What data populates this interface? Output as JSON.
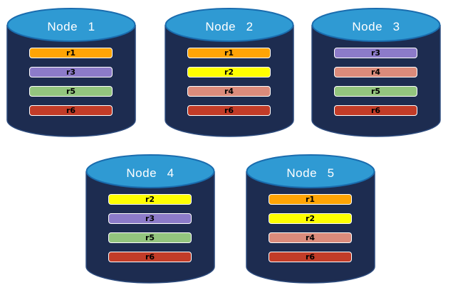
{
  "colors": {
    "background": "#ffffff",
    "cylinder_body": "#1d2c50",
    "cylinder_outline": "#2c4a7c",
    "cylinder_top": "#2f9ad3",
    "cylinder_top_outline": "#1a6cae",
    "bar_border": "#ffffff",
    "bar_text": "#000000",
    "title_text": "#ffffff"
  },
  "replica_color_legend": {
    "r1": "#FFA405",
    "r2": "#FFFF00",
    "r3": "#8C7BC9",
    "r4": "#DB8B7B",
    "r5": "#93C57E",
    "r6": "#C23C28"
  },
  "nodes": [
    {
      "title": "Node 1",
      "replicas": [
        {
          "label": "r1",
          "color": "#FFA405"
        },
        {
          "label": "r3",
          "color": "#8C7BC9"
        },
        {
          "label": "r5",
          "color": "#93C57E"
        },
        {
          "label": "r6",
          "color": "#C23C28"
        }
      ]
    },
    {
      "title": "Node 2",
      "replicas": [
        {
          "label": "r1",
          "color": "#FFA405"
        },
        {
          "label": "r2",
          "color": "#FFFF00"
        },
        {
          "label": "r4",
          "color": "#DB8B7B"
        },
        {
          "label": "r6",
          "color": "#C23C28"
        }
      ]
    },
    {
      "title": "Node 3",
      "replicas": [
        {
          "label": "r3",
          "color": "#8C7BC9"
        },
        {
          "label": "r4",
          "color": "#DB8B7B"
        },
        {
          "label": "r5",
          "color": "#93C57E"
        },
        {
          "label": "r6",
          "color": "#C23C28"
        }
      ]
    },
    {
      "title": "Node 4",
      "replicas": [
        {
          "label": "r2",
          "color": "#FFFF00"
        },
        {
          "label": "r3",
          "color": "#8C7BC9"
        },
        {
          "label": "r5",
          "color": "#93C57E"
        },
        {
          "label": "r6",
          "color": "#C23C28"
        }
      ]
    },
    {
      "title": "Node 5",
      "replicas": [
        {
          "label": "r1",
          "color": "#FFA405"
        },
        {
          "label": "r2",
          "color": "#FFFF00"
        },
        {
          "label": "r4",
          "color": "#DB8B7B"
        },
        {
          "label": "r6",
          "color": "#C23C28"
        }
      ]
    }
  ]
}
